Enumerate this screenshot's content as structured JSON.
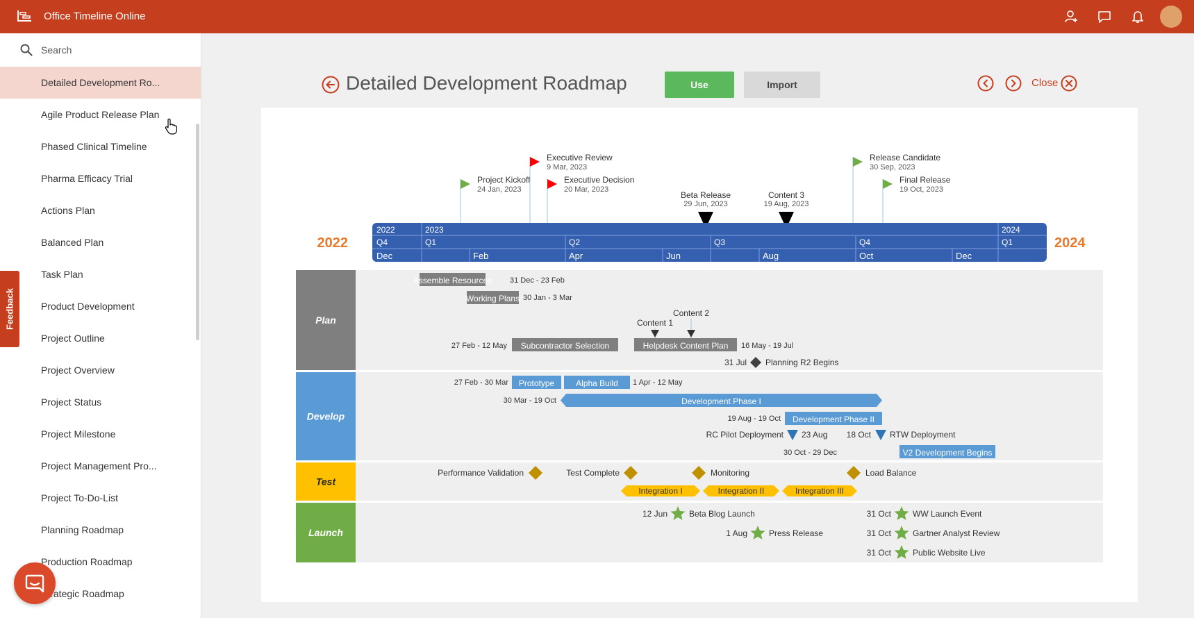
{
  "app": {
    "title": "Office Timeline Online"
  },
  "search": {
    "placeholder": "Search"
  },
  "sidebar": {
    "items": [
      {
        "label": "Detailed Development Ro...",
        "active": true
      },
      {
        "label": "Agile Product Release Plan"
      },
      {
        "label": "Phased Clinical Timeline"
      },
      {
        "label": "Pharma Efficacy Trial"
      },
      {
        "label": "Actions Plan"
      },
      {
        "label": "Balanced Plan"
      },
      {
        "label": "Task Plan"
      },
      {
        "label": "Product Development"
      },
      {
        "label": "Project Outline"
      },
      {
        "label": "Project Overview"
      },
      {
        "label": "Project Status"
      },
      {
        "label": "Project Milestone"
      },
      {
        "label": "Project Management Pro..."
      },
      {
        "label": "Project To-Do-List"
      },
      {
        "label": "Planning Roadmap"
      },
      {
        "label": "Production Roadmap"
      },
      {
        "label": "Strategic Roadmap"
      }
    ]
  },
  "feedback": {
    "label": "Feedback"
  },
  "header": {
    "title": "Detailed Development Roadmap",
    "use_label": "Use",
    "import_label": "Import",
    "close_label": "Close"
  },
  "colors": {
    "brand": "#c53f1f",
    "scale": "#3560b0",
    "plan": "#7f7f7f",
    "develop": "#5b9bd5",
    "test": "#ffc000",
    "launch": "#70ad47",
    "year_label": "#e8792a"
  },
  "icons": [
    "app-logo-icon",
    "user-add-icon",
    "chat-icon",
    "bell-icon",
    "search-icon",
    "back-arrow-icon",
    "prev-icon",
    "next-icon",
    "close-icon",
    "cursor-icon"
  ],
  "timeline": {
    "start_year_label": "2022",
    "end_year_label": "2024",
    "scale_years": [
      "2022",
      "2023",
      "2024"
    ],
    "scale_quarters": [
      "Q4",
      "Q1",
      "Q2",
      "Q3",
      "Q4",
      "Q1"
    ],
    "scale_months": [
      "Dec",
      "Feb",
      "Apr",
      "Jun",
      "Aug",
      "Oct",
      "Dec"
    ],
    "top_milestones": [
      {
        "title": "Project Kickoff",
        "date": "24 Jan, 2023",
        "shape": "flag",
        "color": "#70ad47"
      },
      {
        "title": "Executive Review",
        "date": "9 Mar, 2023",
        "shape": "flag",
        "color": "#ff0000"
      },
      {
        "title": "Executive Decision",
        "date": "20 Mar, 2023",
        "shape": "flag",
        "color": "#ff0000"
      },
      {
        "title": "Beta Release",
        "date": "29 Jun, 2023",
        "shape": "triangle",
        "color": "#000000"
      },
      {
        "title": "Content 3",
        "date": "19 Aug, 2023",
        "shape": "triangle",
        "color": "#000000"
      },
      {
        "title": "Release Candidate",
        "date": "30 Sep, 2023",
        "shape": "flag",
        "color": "#70ad47"
      },
      {
        "title": "Final Release",
        "date": "19 Oct, 2023",
        "shape": "flag",
        "color": "#70ad47"
      }
    ],
    "swimlanes": [
      {
        "name": "Plan",
        "tasks": [
          {
            "label": "Assemble Resources",
            "dates": "31 Dec - 23 Feb",
            "date_side": "right"
          },
          {
            "label": "Working Plans",
            "dates": "30 Jan - 3 Mar",
            "date_side": "right"
          },
          {
            "label": "Subcontractor Selection",
            "dates": "27 Feb - 12 May",
            "date_side": "left"
          },
          {
            "label": "Helpdesk Content Plan",
            "dates": "16 May - 19 Jul",
            "date_side": "right"
          }
        ],
        "milestones": [
          {
            "label": "Content 1",
            "shape": "triangle",
            "color": "#333333"
          },
          {
            "label": "Content 2",
            "shape": "triangle",
            "color": "#333333"
          },
          {
            "label": "Planning R2 Begins",
            "date": "31 Jul",
            "shape": "diamond",
            "color": "#404040"
          }
        ]
      },
      {
        "name": "Develop",
        "tasks": [
          {
            "label": "Prototype",
            "dates": "27 Feb - 30 Mar",
            "date_side": "left"
          },
          {
            "label": "Alpha Build",
            "dates": "1 Apr - 12 May",
            "date_side": "right"
          },
          {
            "label": "Development Phase I",
            "dates": "30 Mar - 19 Oct",
            "date_side": "left"
          },
          {
            "label": "Development Phase II",
            "dates": "19 Aug - 19 Oct",
            "date_side": "left"
          },
          {
            "label": "V2 Development Begins",
            "dates": "30 Oct - 29 Dec",
            "date_side": "left"
          }
        ],
        "milestones": [
          {
            "label": "RC Pilot Deployment",
            "date": "23 Aug",
            "shape": "triangle",
            "color": "#2e75b6"
          },
          {
            "label": "RTW Deployment",
            "date": "18 Oct",
            "shape": "triangle",
            "color": "#2e75b6"
          }
        ]
      },
      {
        "name": "Test",
        "tasks": [
          {
            "label": "Integration I"
          },
          {
            "label": "Integration II"
          },
          {
            "label": "Integration III"
          }
        ],
        "milestones": [
          {
            "label": "Performance Validation",
            "shape": "diamond",
            "color": "#bf9000"
          },
          {
            "label": "Test Complete",
            "shape": "diamond",
            "color": "#bf9000"
          },
          {
            "label": "Monitoring",
            "shape": "diamond",
            "color": "#bf9000"
          },
          {
            "label": "Load Balance",
            "shape": "diamond",
            "color": "#bf9000"
          }
        ]
      },
      {
        "name": "Launch",
        "tasks": [],
        "milestones": [
          {
            "label": "Beta Blog Launch",
            "date": "12 Jun",
            "shape": "star",
            "color": "#70ad47"
          },
          {
            "label": "Press Release",
            "date": "1 Aug",
            "shape": "star",
            "color": "#70ad47"
          },
          {
            "label": "WW Launch Event",
            "date": "31 Oct",
            "shape": "star",
            "color": "#70ad47"
          },
          {
            "label": "Gartner Analyst Review",
            "date": "31 Oct",
            "shape": "star",
            "color": "#70ad47"
          },
          {
            "label": "Public Website Live",
            "date": "31 Oct",
            "shape": "star",
            "color": "#70ad47"
          }
        ]
      }
    ]
  }
}
